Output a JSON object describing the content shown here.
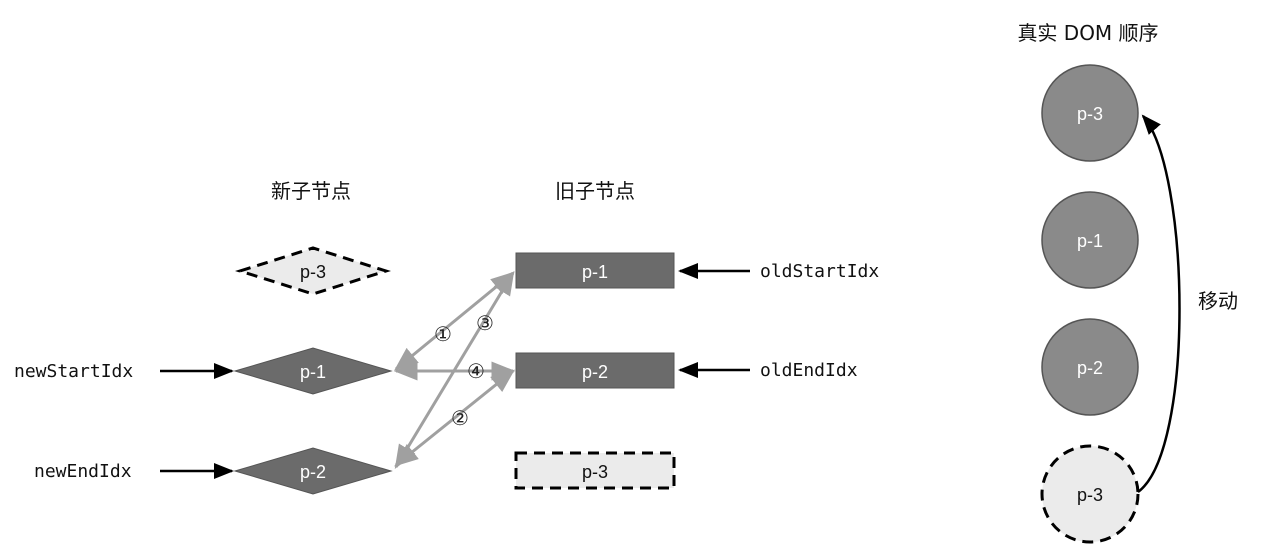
{
  "headings": {
    "new_children": "新子节点",
    "old_children": "旧子节点",
    "real_dom_order": "真实 DOM 顺序"
  },
  "new_children": [
    {
      "label": "p-3",
      "state": "processed"
    },
    {
      "label": "p-1",
      "state": "active"
    },
    {
      "label": "p-2",
      "state": "active"
    }
  ],
  "old_children": [
    {
      "label": "p-1",
      "state": "active"
    },
    {
      "label": "p-2",
      "state": "active"
    },
    {
      "label": "p-3",
      "state": "processed"
    }
  ],
  "pointers": {
    "new_start": "newStartIdx",
    "new_end": "newEndIdx",
    "old_start": "oldStartIdx",
    "old_end": "oldEndIdx"
  },
  "comparison_steps": [
    "①",
    "②",
    "③",
    "④"
  ],
  "real_dom": [
    {
      "label": "p-3",
      "state": "active"
    },
    {
      "label": "p-1",
      "state": "active"
    },
    {
      "label": "p-2",
      "state": "active"
    },
    {
      "label": "p-3",
      "state": "removed"
    }
  ],
  "move_label": "移动",
  "colors": {
    "node_fill": "#6b6b6b",
    "circle_fill": "#8a8a8a",
    "placeholder_fill": "#ebebeb",
    "compare_arrow": "#a0a0a0",
    "pointer_arrow": "#000000"
  }
}
